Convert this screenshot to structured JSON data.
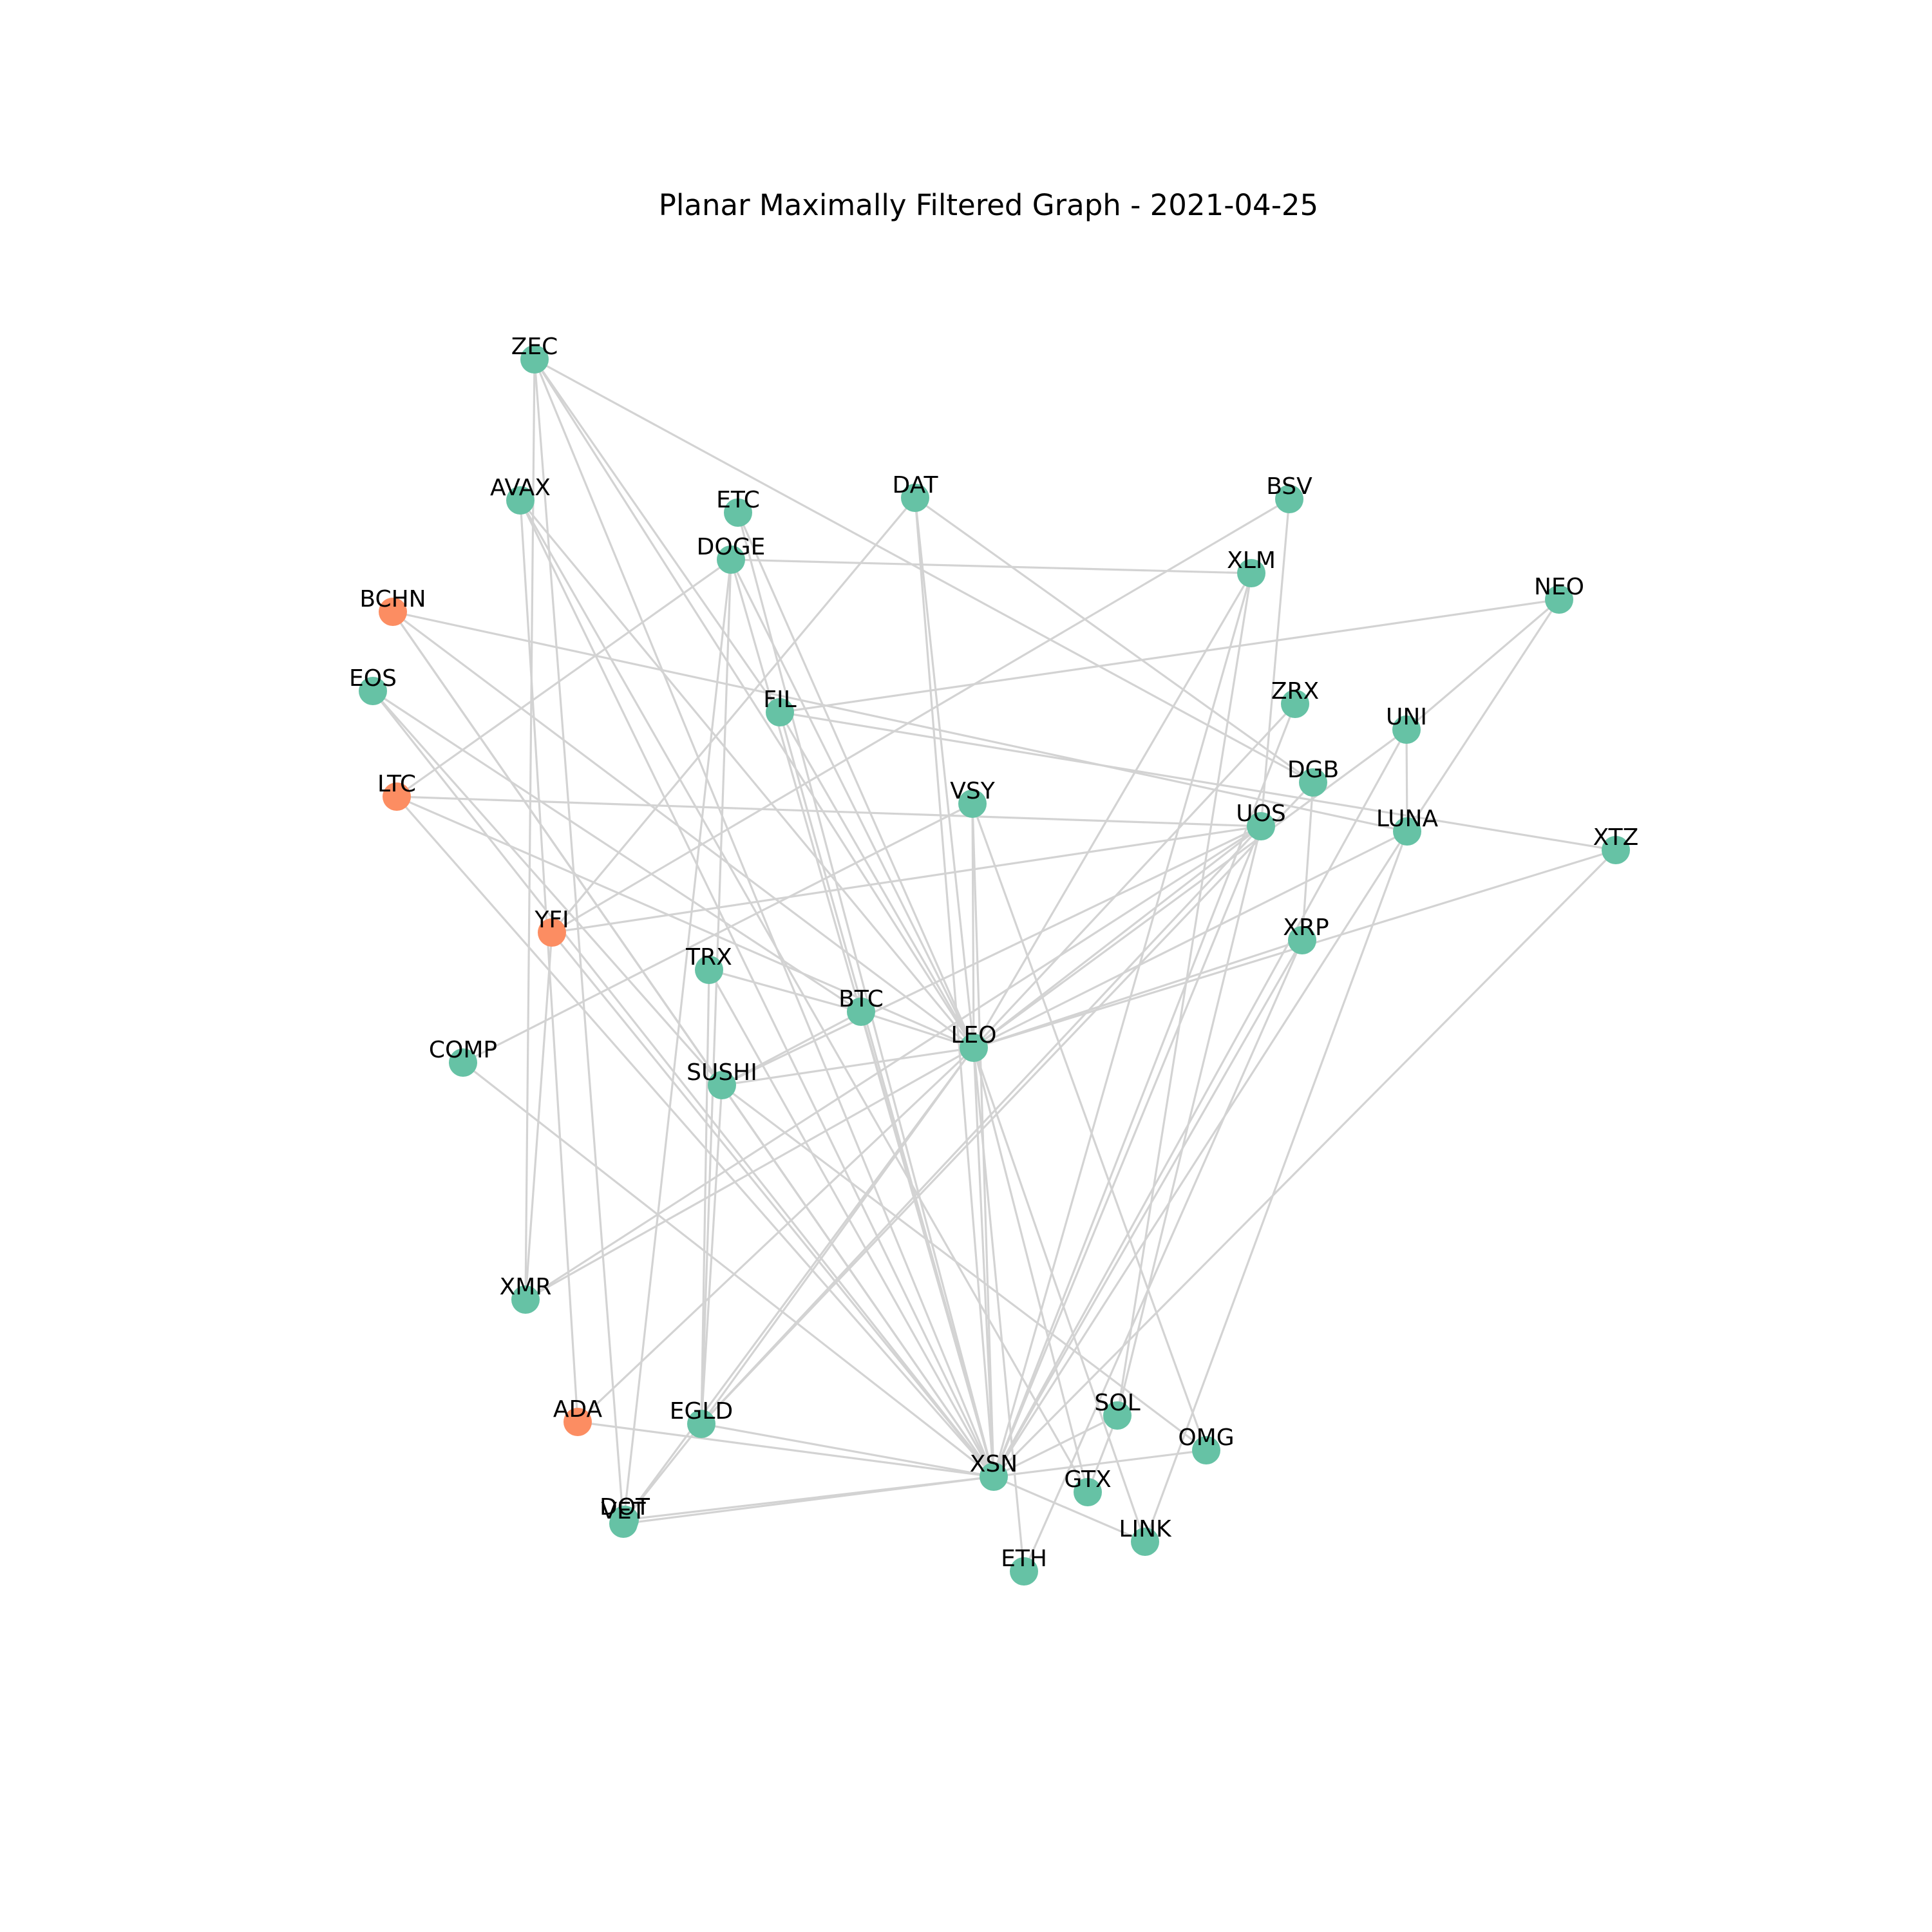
{
  "title": "Planar Maximally Filtered Graph  - 2021-04-25",
  "colors": {
    "default": "#66c2a5",
    "highlight": "#fc8d62",
    "edge": "#d3d3d3"
  },
  "nodes": [
    {
      "id": "ZEC",
      "group": "default"
    },
    {
      "id": "AVAX",
      "group": "default"
    },
    {
      "id": "ETC",
      "group": "default"
    },
    {
      "id": "DAT",
      "group": "default"
    },
    {
      "id": "BSV",
      "group": "default"
    },
    {
      "id": "DOGE",
      "group": "default"
    },
    {
      "id": "XLM",
      "group": "default"
    },
    {
      "id": "NEO",
      "group": "default"
    },
    {
      "id": "BCHN",
      "group": "highlight"
    },
    {
      "id": "EOS",
      "group": "default"
    },
    {
      "id": "FIL",
      "group": "default"
    },
    {
      "id": "ZRX",
      "group": "default"
    },
    {
      "id": "UNI",
      "group": "default"
    },
    {
      "id": "LTC",
      "group": "highlight"
    },
    {
      "id": "DGB",
      "group": "default"
    },
    {
      "id": "VSY",
      "group": "default"
    },
    {
      "id": "UOS",
      "group": "default"
    },
    {
      "id": "LUNA",
      "group": "default"
    },
    {
      "id": "XTZ",
      "group": "default"
    },
    {
      "id": "YFI",
      "group": "highlight"
    },
    {
      "id": "XRP",
      "group": "default"
    },
    {
      "id": "TRX",
      "group": "default"
    },
    {
      "id": "BTC",
      "group": "default"
    },
    {
      "id": "LEO",
      "group": "default"
    },
    {
      "id": "COMP",
      "group": "default"
    },
    {
      "id": "SUSHI",
      "group": "default"
    },
    {
      "id": "XMR",
      "group": "default"
    },
    {
      "id": "ADA",
      "group": "highlight"
    },
    {
      "id": "EGLD",
      "group": "default"
    },
    {
      "id": "SOL",
      "group": "default"
    },
    {
      "id": "OMG",
      "group": "default"
    },
    {
      "id": "XSN",
      "group": "default"
    },
    {
      "id": "GTX",
      "group": "default"
    },
    {
      "id": "DOT",
      "group": "default"
    },
    {
      "id": "VET",
      "group": "default"
    },
    {
      "id": "LINK",
      "group": "default"
    },
    {
      "id": "ETH",
      "group": "default"
    }
  ],
  "edges": [
    [
      "ZEC",
      "DGB"
    ],
    [
      "ZEC",
      "FIL"
    ],
    [
      "ZEC",
      "LEO"
    ],
    [
      "ZEC",
      "XSN"
    ],
    [
      "ZEC",
      "XMR"
    ],
    [
      "ZEC",
      "VET"
    ],
    [
      "AVAX",
      "LEO"
    ],
    [
      "AVAX",
      "XSN"
    ],
    [
      "AVAX",
      "ADA"
    ],
    [
      "AVAX",
      "GTX"
    ],
    [
      "ETC",
      "XSN"
    ],
    [
      "ETC",
      "LEO"
    ],
    [
      "DAT",
      "YFI"
    ],
    [
      "DAT",
      "LEO"
    ],
    [
      "DAT",
      "XSN"
    ],
    [
      "DAT",
      "DGB"
    ],
    [
      "BSV",
      "YFI"
    ],
    [
      "BSV",
      "UOS"
    ],
    [
      "DOGE",
      "LTC"
    ],
    [
      "DOGE",
      "XLM"
    ],
    [
      "DOGE",
      "LEO"
    ],
    [
      "DOGE",
      "EGLD"
    ],
    [
      "DOGE",
      "VET"
    ],
    [
      "DOGE",
      "XSN"
    ],
    [
      "XLM",
      "LEO"
    ],
    [
      "XLM",
      "XSN"
    ],
    [
      "XLM",
      "SOL"
    ],
    [
      "NEO",
      "FIL"
    ],
    [
      "NEO",
      "UNI"
    ],
    [
      "NEO",
      "LUNA"
    ],
    [
      "BCHN",
      "LUNA"
    ],
    [
      "BCHN",
      "LEO"
    ],
    [
      "BCHN",
      "XSN"
    ],
    [
      "BCHN",
      "SUSHI"
    ],
    [
      "EOS",
      "BTC"
    ],
    [
      "EOS",
      "XSN"
    ],
    [
      "EOS",
      "SUSHI"
    ],
    [
      "FIL",
      "XTZ"
    ],
    [
      "FIL",
      "LEO"
    ],
    [
      "FIL",
      "XSN"
    ],
    [
      "ZRX",
      "LEO"
    ],
    [
      "ZRX",
      "XSN"
    ],
    [
      "UNI",
      "XSN"
    ],
    [
      "UNI",
      "LUNA"
    ],
    [
      "UNI",
      "LEO"
    ],
    [
      "LTC",
      "UOS"
    ],
    [
      "LTC",
      "LEO"
    ],
    [
      "LTC",
      "XSN"
    ],
    [
      "DGB",
      "XRP"
    ],
    [
      "DGB",
      "EGLD"
    ],
    [
      "VSY",
      "COMP"
    ],
    [
      "VSY",
      "LEO"
    ],
    [
      "VSY",
      "XSN"
    ],
    [
      "VSY",
      "OMG"
    ],
    [
      "UOS",
      "YFI"
    ],
    [
      "UOS",
      "LEO"
    ],
    [
      "UOS",
      "XSN"
    ],
    [
      "UOS",
      "SOL"
    ],
    [
      "UOS",
      "EGLD"
    ],
    [
      "UOS",
      "SUSHI"
    ],
    [
      "UOS",
      "XMR"
    ],
    [
      "LUNA",
      "XSN"
    ],
    [
      "LUNA",
      "LEO"
    ],
    [
      "LUNA",
      "LINK"
    ],
    [
      "XTZ",
      "LEO"
    ],
    [
      "XTZ",
      "XSN"
    ],
    [
      "YFI",
      "XSN"
    ],
    [
      "YFI",
      "XMR"
    ],
    [
      "XRP",
      "LEO"
    ],
    [
      "XRP",
      "XSN"
    ],
    [
      "XRP",
      "ETH"
    ],
    [
      "TRX",
      "BTC"
    ],
    [
      "TRX",
      "EGLD"
    ],
    [
      "TRX",
      "XSN"
    ],
    [
      "BTC",
      "LEO"
    ],
    [
      "BTC",
      "XSN"
    ],
    [
      "BTC",
      "SUSHI"
    ],
    [
      "LEO",
      "SUSHI"
    ],
    [
      "LEO",
      "XMR"
    ],
    [
      "LEO",
      "EGLD"
    ],
    [
      "LEO",
      "ADA"
    ],
    [
      "LEO",
      "XSN"
    ],
    [
      "LEO",
      "ETH"
    ],
    [
      "LEO",
      "GTX"
    ],
    [
      "LEO",
      "LINK"
    ],
    [
      "LEO",
      "DOT"
    ],
    [
      "COMP",
      "XSN"
    ],
    [
      "SUSHI",
      "XSN"
    ],
    [
      "SUSHI",
      "EGLD"
    ],
    [
      "SUSHI",
      "OMG"
    ],
    [
      "ADA",
      "XSN"
    ],
    [
      "EGLD",
      "XSN"
    ],
    [
      "EGLD",
      "DOT"
    ],
    [
      "SOL",
      "XSN"
    ],
    [
      "SOL",
      "GTX"
    ],
    [
      "OMG",
      "XSN"
    ],
    [
      "XSN",
      "LINK"
    ],
    [
      "XSN",
      "VET"
    ],
    [
      "XSN",
      "DOT"
    ]
  ]
}
